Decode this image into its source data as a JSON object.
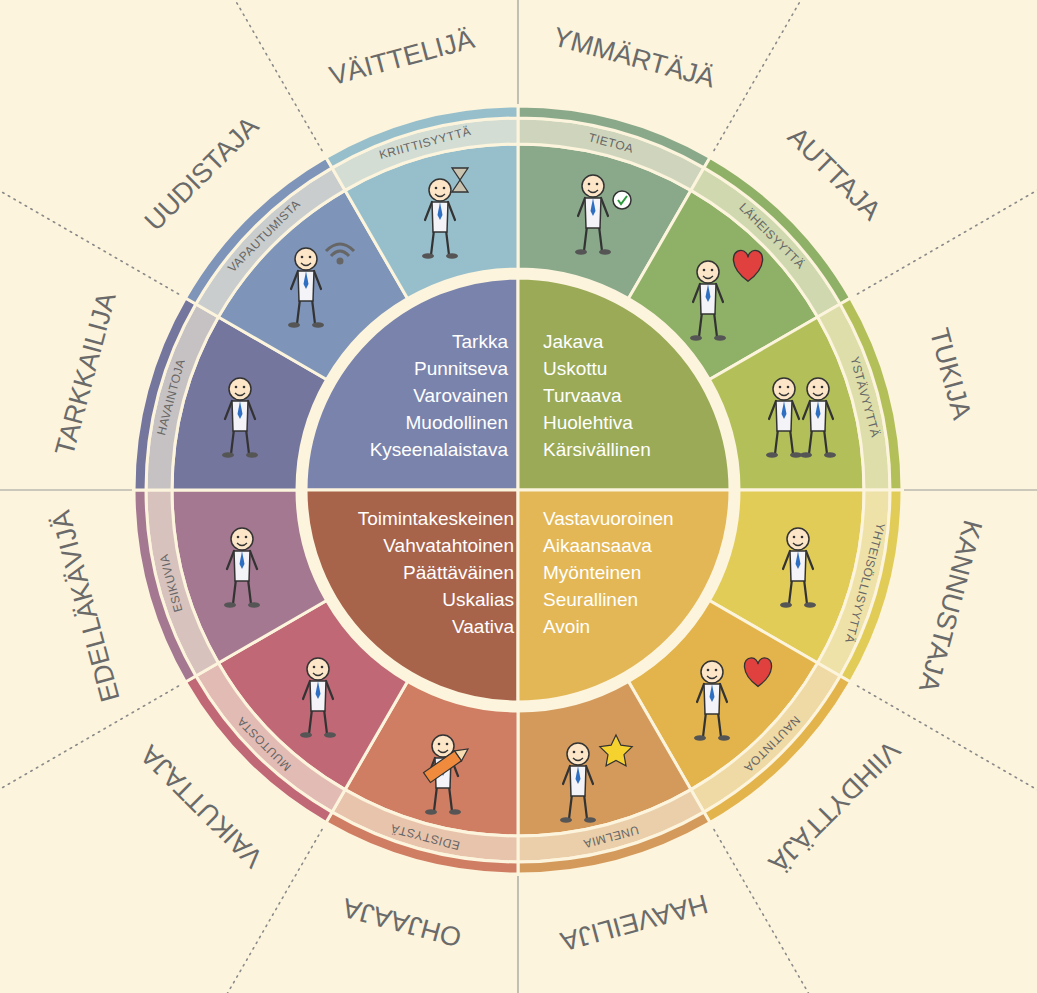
{
  "diagram": {
    "nodes": [
      {
        "text": [
          "Tarkka",
          "Punnitseva",
          "Varovainen",
          "Muodollinen",
          "Kyseenalaistava"
        ]
      },
      {
        "text": [
          "Jakava",
          "Uskottu",
          "Turvaava",
          "Huolehtiva",
          "Kärsivällinen"
        ]
      },
      {
        "text": [
          "Toimintakeskeinen",
          "Vahvatahtoinen",
          "Päättäväinen",
          "Uskalias",
          "Vaativa"
        ]
      },
      {
        "text": [
          "Vastavuoroinen",
          "Aikaansaava",
          "Myönteinen",
          "Seurallinen",
          "Avoin"
        ]
      },
      {
        "text": [
          "TIETOA",
          "YMMÄRTÄJÄ"
        ]
      },
      {
        "text": [
          "LÄHEISYYTTÄ",
          "AUTTAJA"
        ]
      },
      {
        "text": [
          "YSTÄVYYTTÄ",
          "TUKIJA"
        ]
      },
      {
        "text": [
          "YHTEISÖLLISYYTTÄ",
          "KANNUSTAJA"
        ]
      },
      {
        "text": [
          "NAUTINTOA",
          "VIIHDYTTÄJÄ"
        ]
      },
      {
        "text": [
          "UNELMIA",
          "HAAVEILIJA"
        ]
      },
      {
        "text": [
          "EDISTYSTÄ",
          "OHJAAJA"
        ]
      },
      {
        "text": [
          "MUUTOSTA",
          "VAIKUTTAJA"
        ]
      },
      {
        "text": [
          "ESIKUVIA",
          "EDELLÄKÄVIJÄ"
        ]
      },
      {
        "text": [
          "HAVAINTOJA",
          "TARKKAILIJA"
        ]
      },
      {
        "text": [
          "VAPAUTUMISTA",
          "UUDISTAJA"
        ]
      },
      {
        "text": [
          "KRIITTISYYTTÄ",
          "VÄITTELIJÄ"
        ]
      }
    ]
  }
}
